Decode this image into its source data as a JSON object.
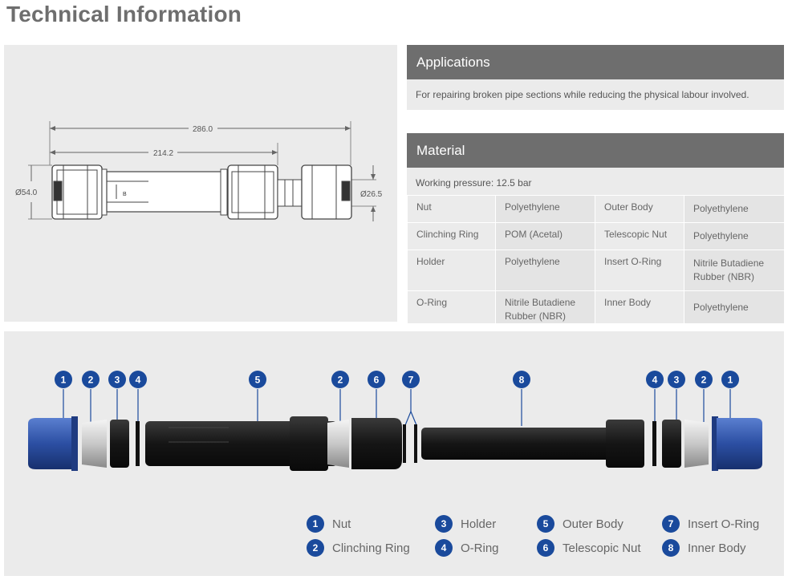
{
  "page_title": "Technical Information",
  "drawing": {
    "dim_total": "286.0",
    "dim_partial": "214.2",
    "dia_left": "Ø54.0",
    "dia_right": "Ø26.5"
  },
  "applications": {
    "title": "Applications",
    "text": "For repairing broken pipe sections while reducing the physical labour involved."
  },
  "material": {
    "title": "Material",
    "pressure": "Working pressure: 12.5 bar",
    "rows": [
      [
        "Nut",
        "Polyethylene",
        "Outer Body",
        "Polyethylene"
      ],
      [
        "Clinching Ring",
        "POM (Acetal)",
        "Telescopic Nut",
        "Polyethylene"
      ],
      [
        "Holder",
        "Polyethylene",
        "Insert O-Ring",
        "Nitrile Butadiene Rubber (NBR)"
      ],
      [
        "O-Ring",
        "Nitrile Butadiene Rubber (NBR)",
        "Inner Body",
        "Polyethylene"
      ]
    ]
  },
  "colors": {
    "badge": "#1a4a9c",
    "nut_blue": "#2c4fa3",
    "header_gray": "#6e6e6e",
    "panel_gray": "#ebebeb"
  },
  "callouts": [
    "1",
    "2",
    "3",
    "4",
    "5",
    "2",
    "6",
    "7",
    "8",
    "4",
    "3",
    "2",
    "1"
  ],
  "legend": [
    {
      "num": "1",
      "label": "Nut"
    },
    {
      "num": "2",
      "label": "Clinching Ring"
    },
    {
      "num": "3",
      "label": "Holder"
    },
    {
      "num": "4",
      "label": "O-Ring"
    },
    {
      "num": "5",
      "label": "Outer Body"
    },
    {
      "num": "6",
      "label": "Telescopic Nut"
    },
    {
      "num": "7",
      "label": "Insert O-Ring"
    },
    {
      "num": "8",
      "label": "Inner Body"
    }
  ]
}
